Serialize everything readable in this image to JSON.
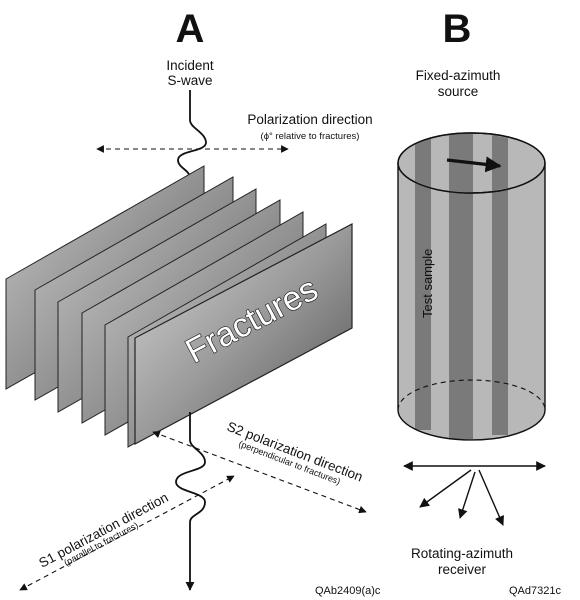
{
  "panel_a": {
    "letter": "A",
    "incident_line1": "Incident",
    "incident_line2": "S-wave",
    "polarization_title": "Polarization direction",
    "polarization_sub_symbol": "ϕ°",
    "polarization_sub_text": "relative to fractures",
    "fractures_label": "Fractures",
    "s2_label": "S2 polarization direction",
    "s2_sub": "(perpendicular to fractures)",
    "s1_label": "S1 polarization direction",
    "s1_sub": "(parallel to fractures)",
    "code": "QAb2409(a)c"
  },
  "panel_b": {
    "letter": "B",
    "source_line1": "Fixed-azimuth",
    "source_line2": "source",
    "sample_label": "Test sample",
    "receiver_line1": "Rotating-azimuth",
    "receiver_line2": "receiver",
    "code": "QAd7321c"
  },
  "colors": {
    "fracture_fill": "#9a9a9a",
    "cylinder_light": "#b8b8b8",
    "cylinder_dark": "#7a7a7a",
    "ink": "#111111"
  }
}
